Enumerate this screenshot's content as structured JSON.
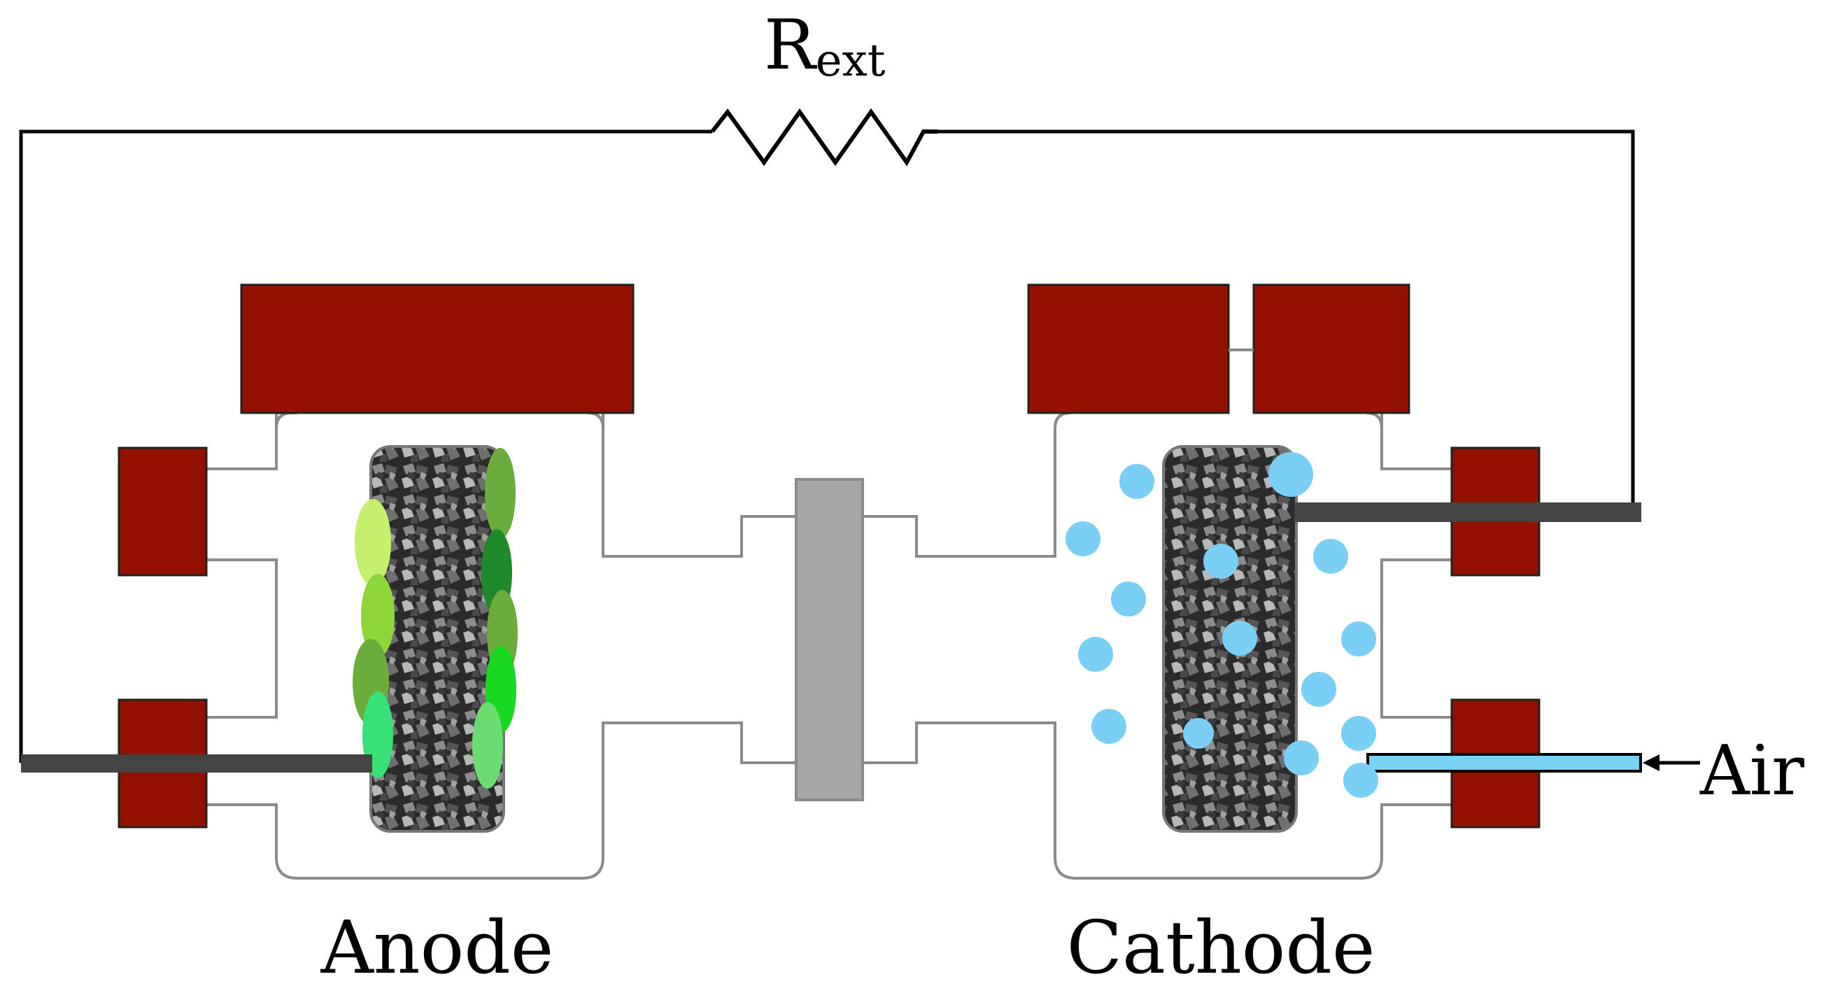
{
  "labels": {
    "resistor_main": "R",
    "resistor_sub": "ext",
    "anode": "Anode",
    "cathode": "Cathode",
    "air": "Air"
  },
  "colors": {
    "clamp": "#941100",
    "wire": "#000000",
    "electrode_rod": "#444444",
    "chamber_outline": "#8a8a8a",
    "membrane": "#a5a7a7",
    "carbon_bed": "#2a2a2a",
    "oxygen_bubble": "#79cff5",
    "air_tube": "#7ad2f5",
    "biofilm": [
      "#c5f06d",
      "#8fd63b",
      "#6aad3c",
      "#1f8a2c",
      "#18d81f",
      "#38e078",
      "#6bdc70"
    ]
  },
  "icons": {
    "resistor": "resistor-zigzag-icon",
    "air_arrow": "arrow-left-icon"
  }
}
